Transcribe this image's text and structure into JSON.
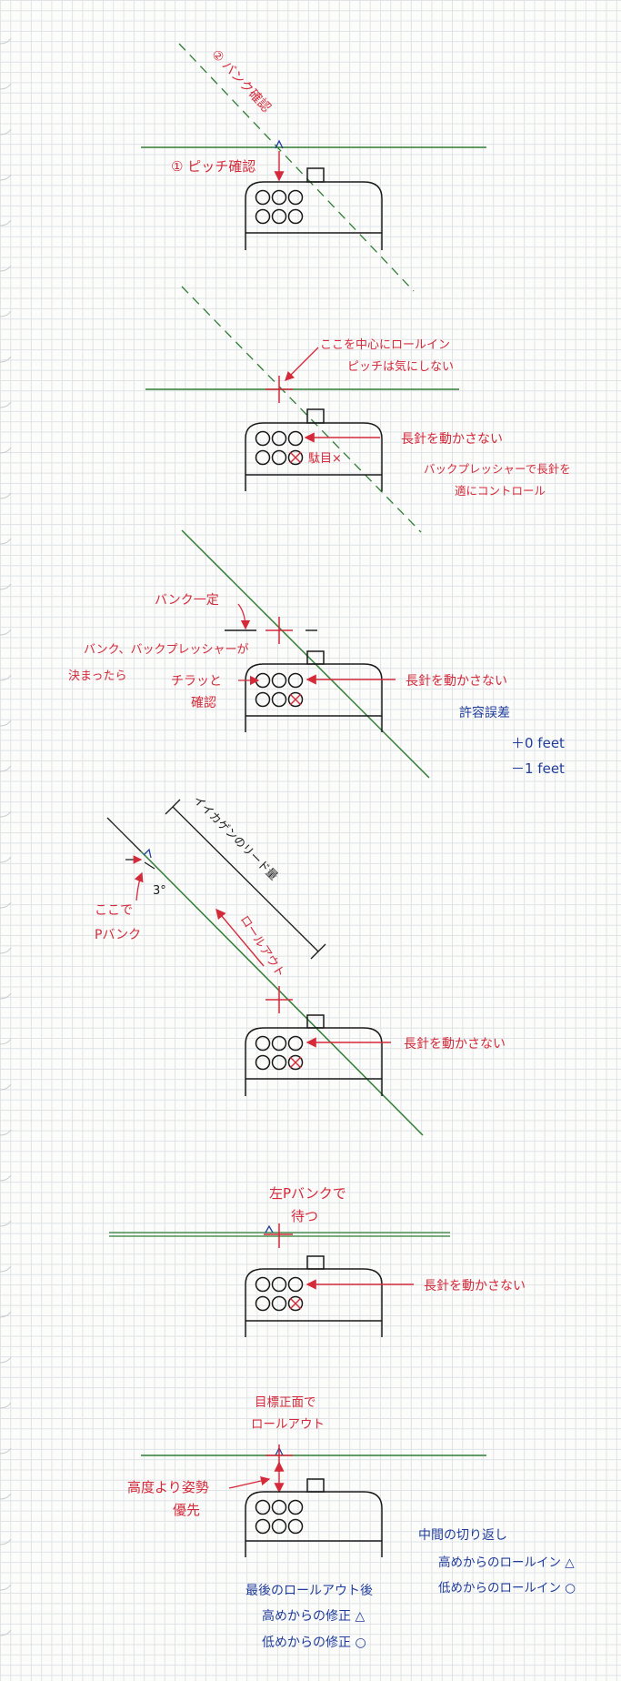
{
  "colors": {
    "red": "#d42a3a",
    "green": "#2e7d32",
    "blue": "#1f3d9c",
    "ink": "#1a1a1a",
    "grid": "#dfe3e6"
  },
  "panel1": {
    "bank_check": "② バンク確認",
    "pitch_check": "① ピッチ確認"
  },
  "panel2": {
    "center_note_1": "ここを中心にロールイン",
    "center_note_2": "ピッチは気にしない",
    "needle_note": "長針を動かさない",
    "instrument_note": "駄目×",
    "back_pressure_1": "バックプレッシャーで長針を",
    "back_pressure_2": "適にコントロール"
  },
  "panel3": {
    "bank_constant": "バンク一定",
    "bank_back_1": "バンク、バックプレッシャーが",
    "bank_back_2": "決まったら",
    "glance_1": "チラッと",
    "glance_2": "確認",
    "needle_note": "長針を動かさない",
    "tolerance_title": "許容誤差",
    "tolerance_plus": "＋0 feet",
    "tolerance_minus": "－1 feet"
  },
  "panel4": {
    "lead_amount": "イイカゲンのリード量",
    "roll_out": "ロールアウト",
    "degree": "3°",
    "here_1": "ここで",
    "here_2": "Pバンク",
    "needle_note": "長針を動かさない"
  },
  "panel5": {
    "wait_1": "左Pバンクで",
    "wait_2": "待つ",
    "needle_note": "長針を動かさない"
  },
  "panel6": {
    "roll_out_1": "目標正面で",
    "roll_out_2": "ロールアウト",
    "attitude_1": "高度より姿勢",
    "attitude_2": "優先",
    "after_title": "最後のロールアウト後",
    "after_high": "高めからの修正 △",
    "after_low": "低めからの修正 ○",
    "midway_title": "中間の切り返し",
    "midway_high": "高めからのロールイン △",
    "midway_low": "低めからのロールイン ○"
  }
}
